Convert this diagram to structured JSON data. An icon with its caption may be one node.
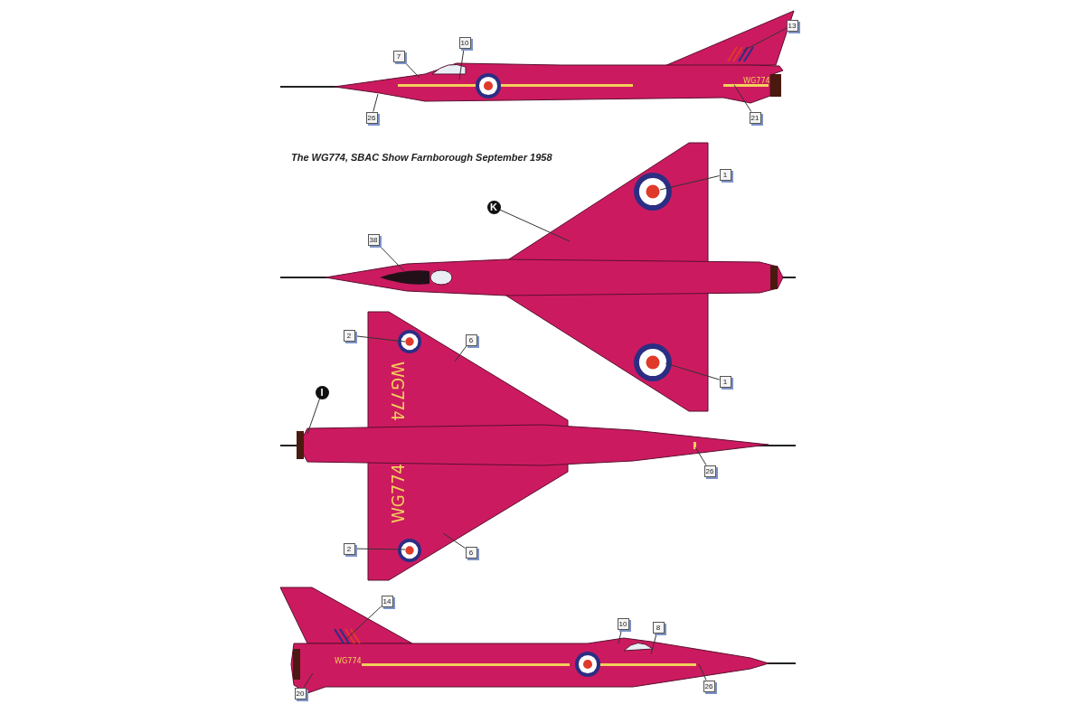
{
  "diagram": {
    "caption": "The WG774, SBAC Show Farnborough September 1958",
    "nodes": [
      {
        "text": [
          "13"
        ]
      },
      {
        "text": [
          "10"
        ]
      },
      {
        "text": [
          "7"
        ]
      },
      {
        "text": [
          "26"
        ]
      },
      {
        "text": [
          "21"
        ]
      },
      {
        "text": [
          "1"
        ]
      },
      {
        "text": [
          "K"
        ]
      },
      {
        "text": [
          "38"
        ]
      },
      {
        "text": [
          "2"
        ]
      },
      {
        "text": [
          "6"
        ]
      },
      {
        "text": [
          "I"
        ]
      },
      {
        "text": [
          "1"
        ]
      },
      {
        "text": [
          "26"
        ]
      },
      {
        "text": [
          "2"
        ]
      },
      {
        "text": [
          "6"
        ]
      },
      {
        "text": [
          "14"
        ]
      },
      {
        "text": [
          "10"
        ]
      },
      {
        "text": [
          "8"
        ]
      },
      {
        "text": [
          "20"
        ]
      },
      {
        "text": [
          "26"
        ]
      }
    ],
    "edges": [
      {
        "from": 0,
        "to": null,
        "arrow": "none"
      },
      {
        "from": 1,
        "to": null,
        "arrow": "none"
      },
      {
        "from": 2,
        "to": null,
        "arrow": "none"
      },
      {
        "from": 3,
        "to": null,
        "arrow": "none"
      },
      {
        "from": 4,
        "to": null,
        "arrow": "none"
      },
      {
        "from": 5,
        "to": null,
        "arrow": "none"
      },
      {
        "from": 6,
        "to": null,
        "arrow": "none"
      },
      {
        "from": 7,
        "to": null,
        "arrow": "none"
      },
      {
        "from": 8,
        "to": null,
        "arrow": "none"
      },
      {
        "from": 9,
        "to": null,
        "arrow": "none"
      },
      {
        "from": 10,
        "to": null,
        "arrow": "none"
      },
      {
        "from": 11,
        "to": null,
        "arrow": "none"
      },
      {
        "from": 12,
        "to": null,
        "arrow": "none"
      },
      {
        "from": 13,
        "to": null,
        "arrow": "none"
      },
      {
        "from": 14,
        "to": null,
        "arrow": "none"
      },
      {
        "from": 15,
        "to": null,
        "arrow": "none"
      },
      {
        "from": 16,
        "to": null,
        "arrow": "none"
      },
      {
        "from": 17,
        "to": null,
        "arrow": "none"
      },
      {
        "from": 18,
        "to": null,
        "arrow": "none"
      },
      {
        "from": 19,
        "to": null,
        "arrow": "none"
      }
    ],
    "labels": [
      "WG774",
      "WG774",
      "WG774",
      "WG774"
    ]
  }
}
